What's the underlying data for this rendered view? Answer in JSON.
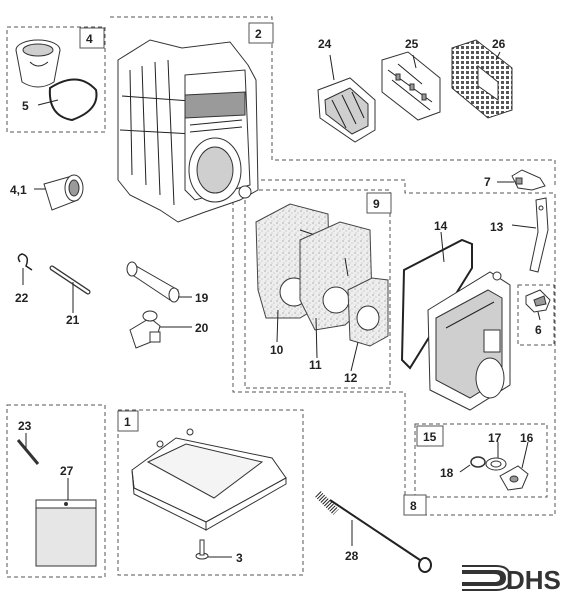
{
  "diagram": {
    "callouts": {
      "c1": "1",
      "c2": "2",
      "c3": "3",
      "c4": "4",
      "c41": "4,1",
      "c5": "5",
      "c6": "6",
      "c7": "7",
      "c8": "8",
      "c9": "9",
      "c10": "10",
      "c11": "11",
      "c12": "12",
      "c13": "13",
      "c14": "14",
      "c15": "15",
      "c16": "16",
      "c17": "17",
      "c18": "18",
      "c19": "19",
      "c20": "20",
      "c21": "21",
      "c22": "22",
      "c23": "23",
      "c24": "24",
      "c25": "25",
      "c26": "26",
      "c27": "27",
      "c28": "28"
    },
    "logo_text": "DHS"
  }
}
